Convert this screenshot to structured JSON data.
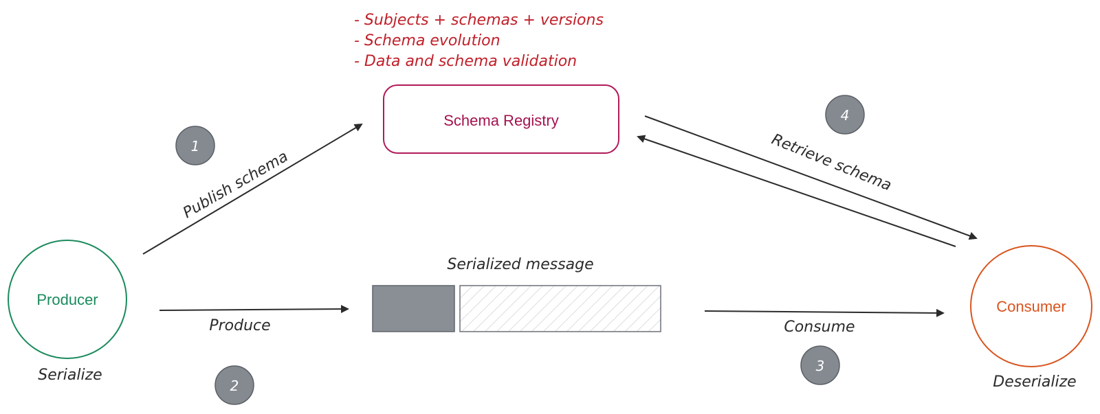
{
  "notes": [
    "- Subjects + schemas + versions",
    "- Schema evolution",
    "- Data and schema validation"
  ],
  "registry": {
    "label": "Schema Registry"
  },
  "producer": {
    "label": "Producer",
    "caption": "Serialize"
  },
  "consumer": {
    "label": "Consumer",
    "caption": "Deserialize"
  },
  "message": {
    "label": "Serialized message"
  },
  "edges": {
    "publish": "Publish schema",
    "produce": "Produce",
    "consume": "Consume",
    "retrieve": "Retrieve schema"
  },
  "steps": {
    "one": "1",
    "two": "2",
    "three": "3",
    "four": "4"
  },
  "colors": {
    "producer": "#1a8a5c",
    "consumer": "#d9541e",
    "registry_border": "#b01a5a",
    "registry_text": "#a3124e",
    "notes": "#c0202a",
    "badge": "#858a91",
    "header_block": "#8a8f96",
    "ink": "#2b2b2b"
  }
}
